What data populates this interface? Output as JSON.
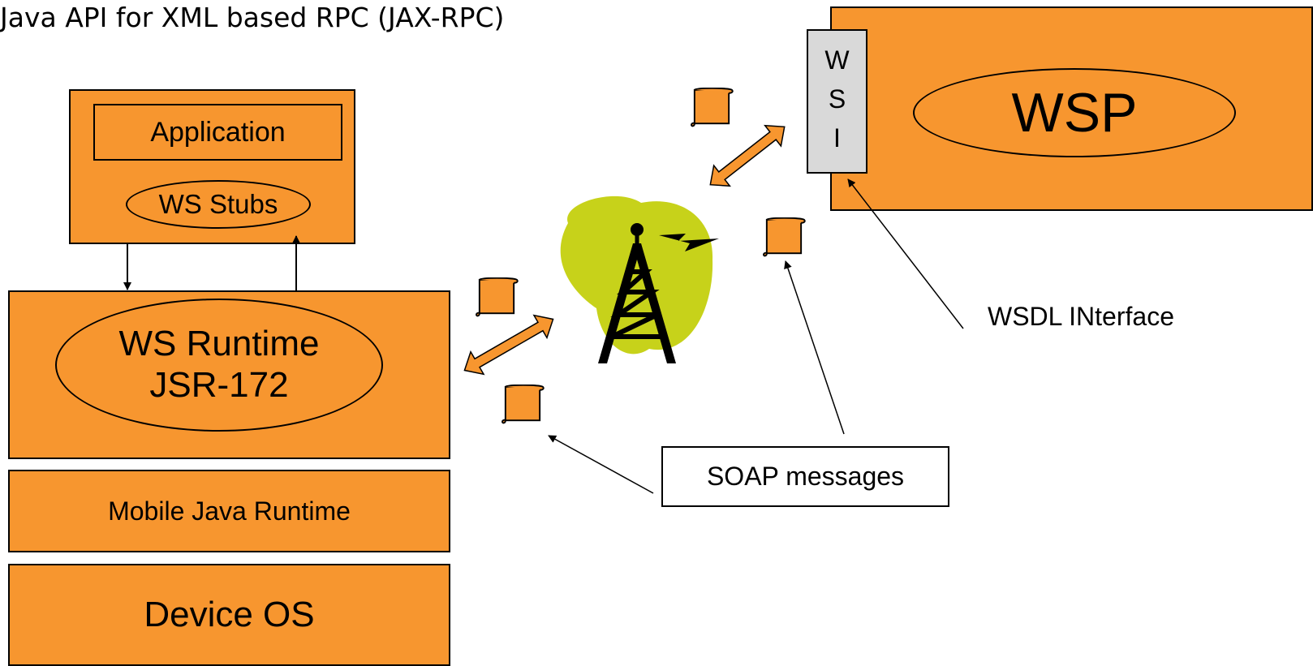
{
  "title": "Java API for XML based RPC (JAX-RPC)",
  "device": {
    "application_label": "Application",
    "stubs_label": "WS Stubs",
    "runtime_line1": "WS Runtime",
    "runtime_line2": "JSR-172",
    "mobile_runtime_label": "Mobile Java Runtime",
    "os_label": "Device OS"
  },
  "provider": {
    "wsi_letters": [
      "W",
      "S",
      "I"
    ],
    "wsp_label": "WSP"
  },
  "callouts": {
    "wsdl_interface": "WSDL INterface",
    "soap_messages": "SOAP messages"
  },
  "colors": {
    "box_fill": "#f7962f",
    "wsi_fill": "#d9d9d9",
    "cloud_fill": "#c7d21a"
  }
}
